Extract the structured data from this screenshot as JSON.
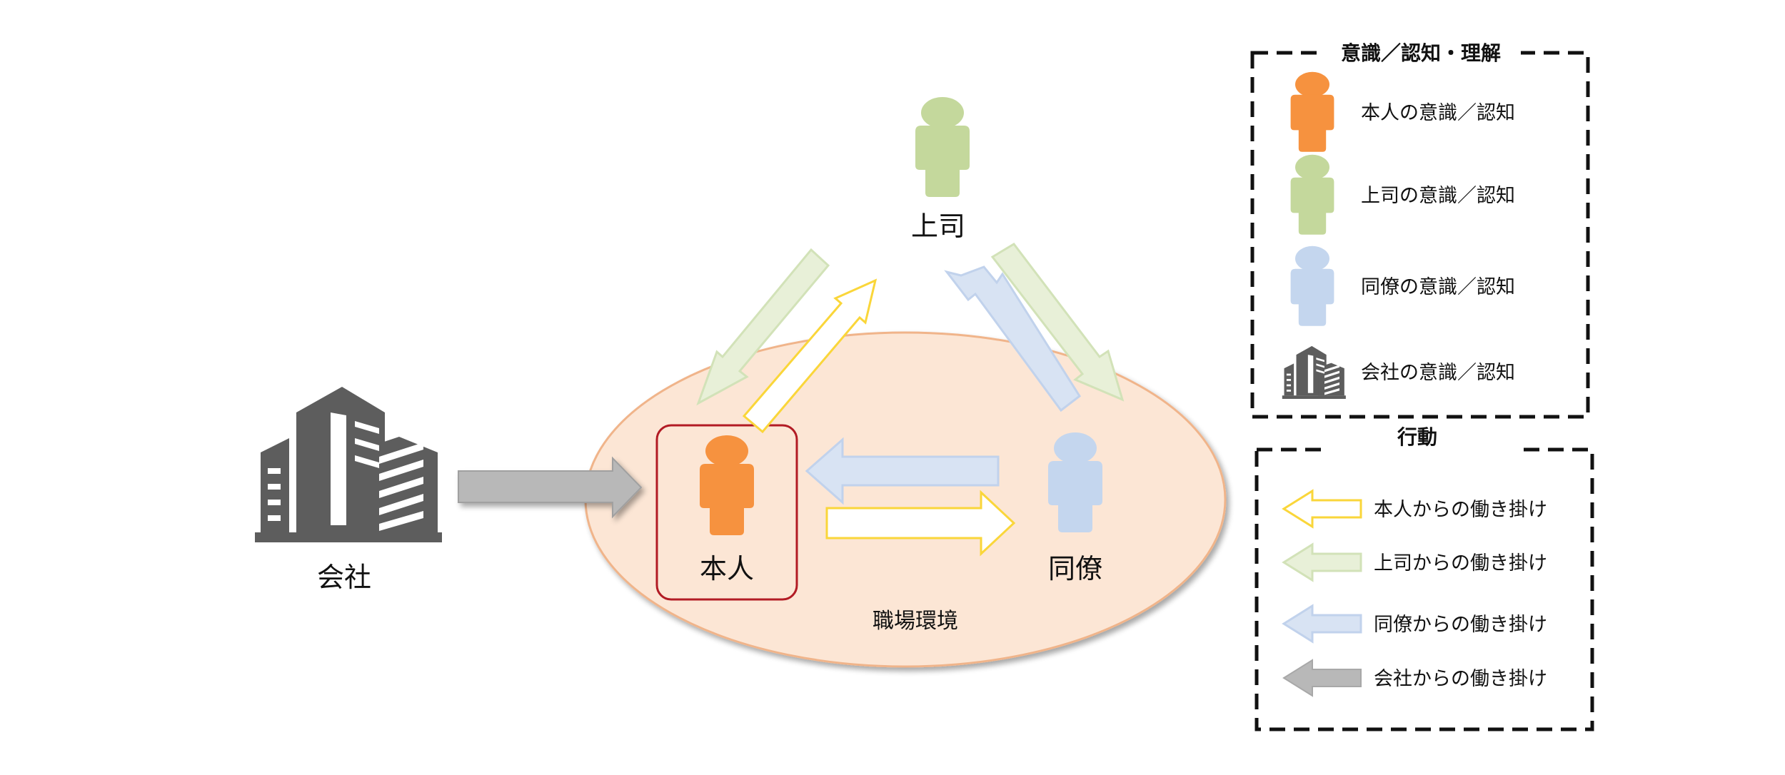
{
  "colors": {
    "self": "#f6923f",
    "boss": "#c4d89c",
    "colleague": "#c4d6ee",
    "company": "#5d5d5d",
    "workplace_fill": "#fce6d5",
    "workplace_stroke": "#f0b48a",
    "self_box": "#b21b24",
    "arrow_self": "#fad63a",
    "arrow_boss": "#e8f0d8",
    "arrow_boss_stroke": "#d2e2b8",
    "arrow_colleague": "#d8e3f3",
    "arrow_colleague_stroke": "#c1d2ec",
    "arrow_company": "#b8b8b8"
  },
  "diagram": {
    "company_label": "会社",
    "self_label": "本人",
    "boss_label": "上司",
    "colleague_label": "同僚",
    "workplace_label": "職場環境"
  },
  "legend_awareness": {
    "title": "意識／認知・理解",
    "items": [
      {
        "icon": "person-orange-icon",
        "label": "本人の意識／認知"
      },
      {
        "icon": "person-green-icon",
        "label": "上司の意識／認知"
      },
      {
        "icon": "person-blue-icon",
        "label": "同僚の意識／認知"
      },
      {
        "icon": "building-icon",
        "label": "会社の意識／認知"
      }
    ]
  },
  "legend_action": {
    "title": "行動",
    "items": [
      {
        "icon": "yellow-arrow-icon",
        "label": "本人からの働き掛け"
      },
      {
        "icon": "green-arrow-icon",
        "label": "上司からの働き掛け"
      },
      {
        "icon": "blue-arrow-icon",
        "label": "同僚からの働き掛け"
      },
      {
        "icon": "gray-arrow-icon",
        "label": "会社からの働き掛け"
      }
    ]
  }
}
